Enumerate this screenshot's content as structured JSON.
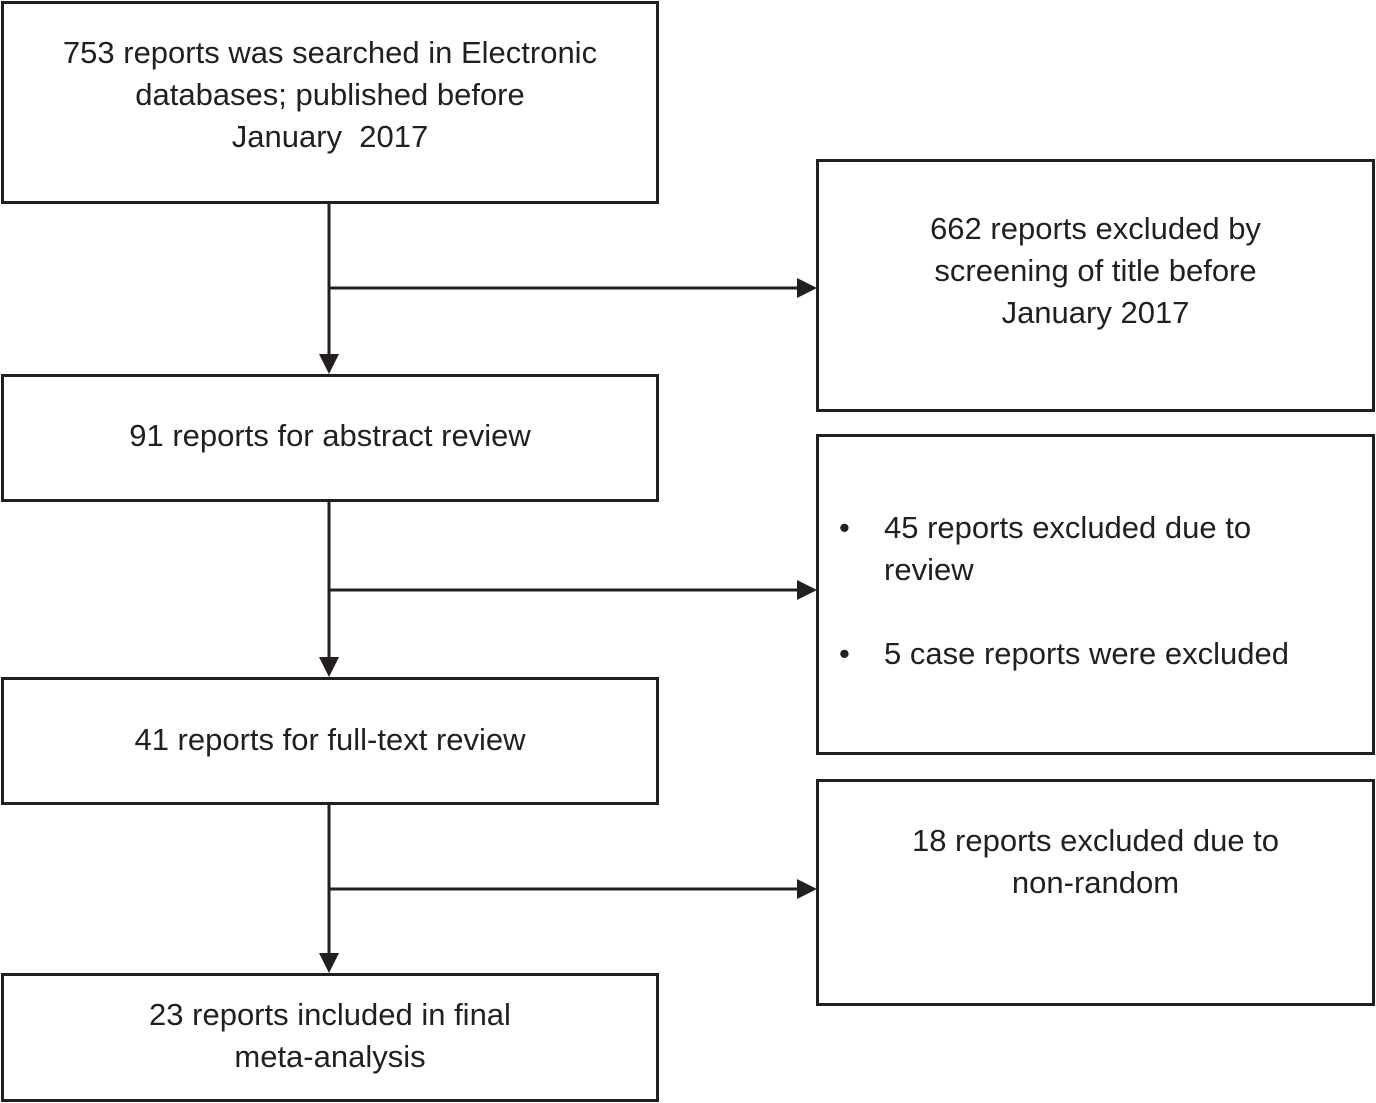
{
  "flow": {
    "identification": {
      "lines": [
        "753 reports was searched in Electronic",
        "databases; published before",
        "January  2017"
      ]
    },
    "title_exclusion": {
      "lines": [
        "662 reports excluded by",
        "screening of title before",
        "January 2017"
      ]
    },
    "abstract_review": {
      "lines": [
        "91 reports for abstract review"
      ]
    },
    "abstract_exclusion": {
      "bullet_glyph": "•",
      "items": [
        {
          "lines": [
            "45 reports excluded due to",
            "review"
          ]
        },
        {
          "lines": [
            "5 case reports were excluded"
          ]
        }
      ]
    },
    "fulltext_review": {
      "lines": [
        "41 reports for full-text review"
      ]
    },
    "fulltext_exclusion": {
      "lines": [
        "18 reports excluded due to",
        "non-random"
      ]
    },
    "included": {
      "lines": [
        "23 reports included in final",
        "meta-analysis"
      ]
    }
  },
  "colors": {
    "stroke": "#231f20",
    "text": "#231f20",
    "background": "#ffffff"
  }
}
